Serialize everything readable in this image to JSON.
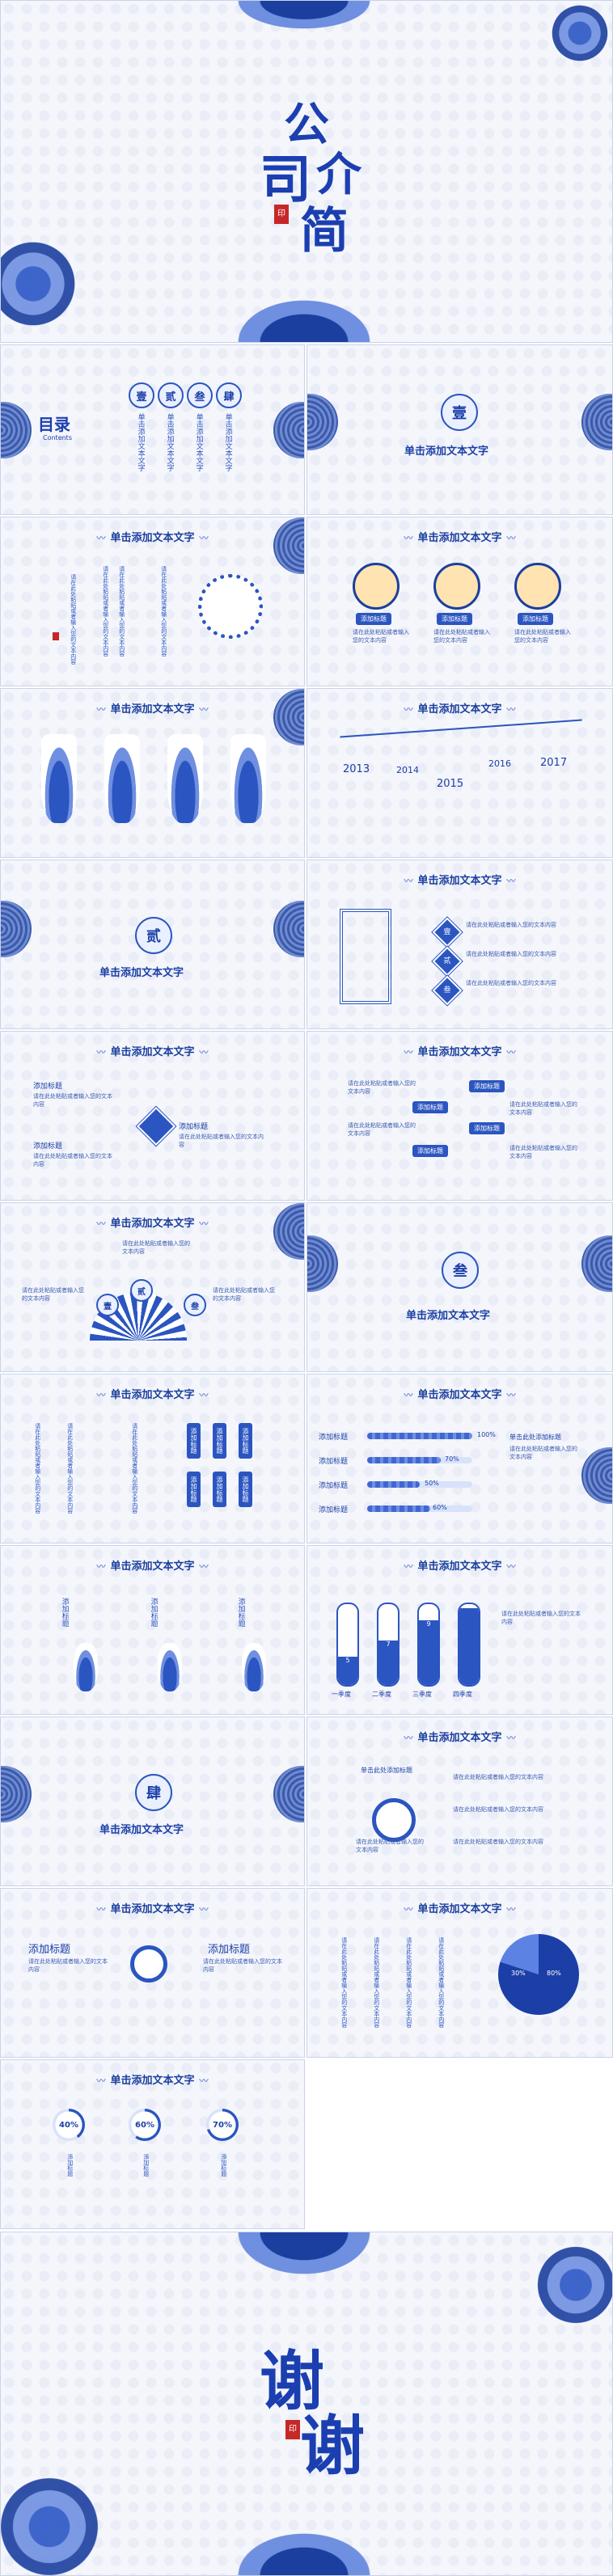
{
  "cover": {
    "title_chars": [
      "公",
      "司",
      "介",
      "简"
    ],
    "seal": "印"
  },
  "slide_title": "单击添加文本文字",
  "toc": {
    "title": "目录",
    "subtitle": "Contents",
    "items": [
      "壹",
      "贰",
      "叁",
      "肆"
    ],
    "item_text": "单击添加文本文字"
  },
  "section": {
    "one": "壹",
    "two": "贰",
    "three": "叁",
    "four": "肆",
    "label": "单击添加文本文字"
  },
  "add_title": "添加标题",
  "body_text": "请在此处粘贴或者输入您的文本内容",
  "years": [
    "2013",
    "2014",
    "2015",
    "2016",
    "2017"
  ],
  "nums": [
    "壹",
    "贰",
    "叁"
  ],
  "percents": [
    "100%",
    "70%",
    "50%",
    "60%"
  ],
  "bars_fill": [
    1.0,
    0.7,
    0.5,
    0.6
  ],
  "quarters": [
    "一季度",
    "二季度",
    "三季度",
    "四季度"
  ],
  "tube_vals": [
    "5",
    "7",
    "9"
  ],
  "tube_fill": [
    0.35,
    0.55,
    0.8,
    0.95
  ],
  "pie_labels": [
    "30%",
    "80%"
  ],
  "rings": [
    "40%",
    "60%",
    "70%"
  ],
  "ring_fill": [
    0.4,
    0.6,
    0.7
  ],
  "subtitle_blue": "单击此处添加标题",
  "thanks": [
    "谢",
    "谢"
  ],
  "colors": {
    "primary": "#1b3fa6",
    "accent": "#2b55c0",
    "light": "#d8e2fa"
  }
}
